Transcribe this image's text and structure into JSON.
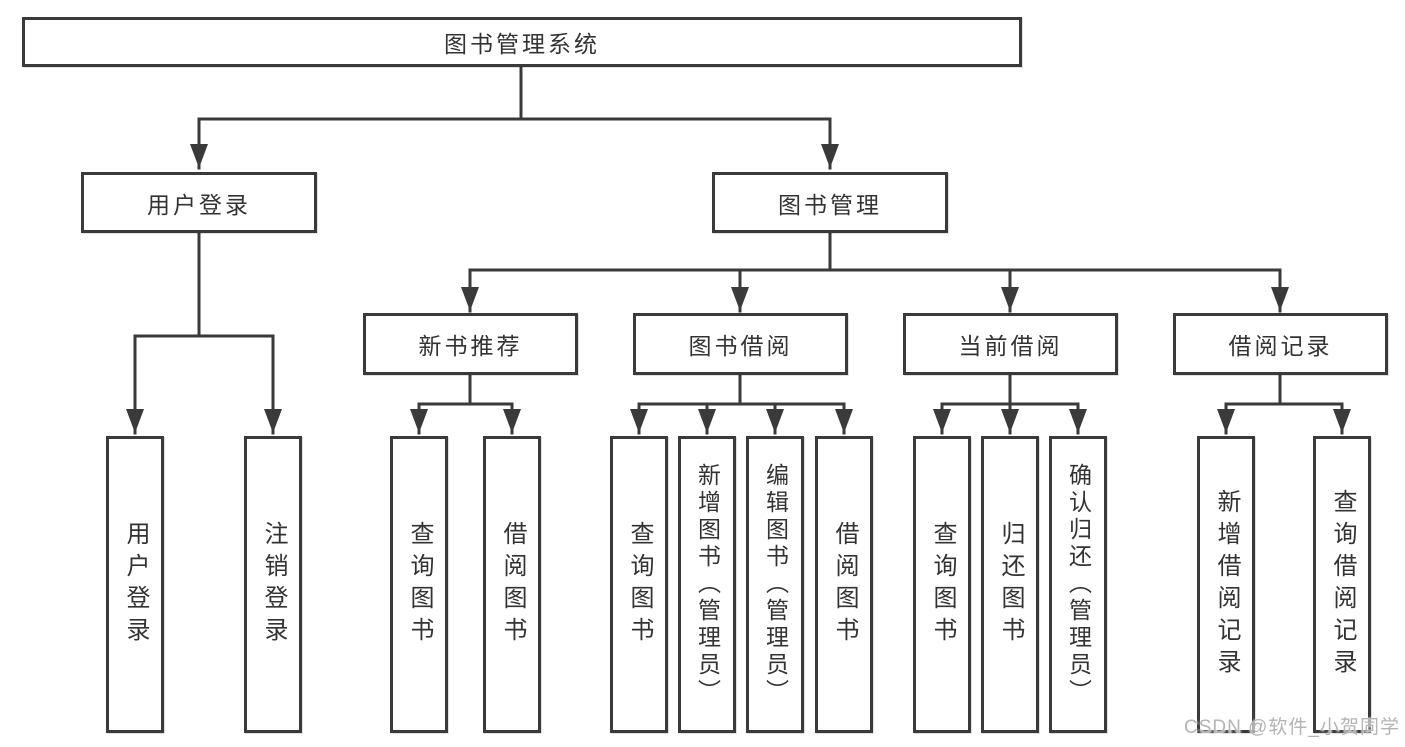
{
  "colors": {
    "line": "#3a3a3a",
    "box_border": "#3a3a3a",
    "text": "#333333",
    "watermark": "#b4b4b4",
    "background": "#ffffff"
  },
  "nodes": {
    "root": {
      "label": "图书管理系统"
    },
    "user_login": {
      "label": "用户登录",
      "children": {
        "login": {
          "label": "用户登录"
        },
        "logout": {
          "label": "注销登录"
        }
      }
    },
    "book_mgmt": {
      "label": "图书管理",
      "children": {
        "new_books": {
          "label": "新书推荐",
          "children": {
            "query": {
              "label": "查询图书"
            },
            "borrow": {
              "label": "借阅图书"
            }
          }
        },
        "book_borrow": {
          "label": "图书借阅",
          "children": {
            "query": {
              "label": "查询图书"
            },
            "add": {
              "label": "新增图书（管理员）"
            },
            "edit": {
              "label": "编辑图书（管理员）"
            },
            "borrow": {
              "label": "借阅图书"
            }
          }
        },
        "current_borrow": {
          "label": "当前借阅",
          "children": {
            "query": {
              "label": "查询图书"
            },
            "return": {
              "label": "归还图书"
            },
            "confirm": {
              "label": "确认归还（管理员）"
            }
          }
        },
        "borrow_records": {
          "label": "借阅记录",
          "children": {
            "add": {
              "label": "新增借阅记录"
            },
            "query": {
              "label": "查询借阅记录"
            }
          }
        }
      }
    }
  },
  "watermark": {
    "text": "CSDN @软件_小贺同学"
  }
}
